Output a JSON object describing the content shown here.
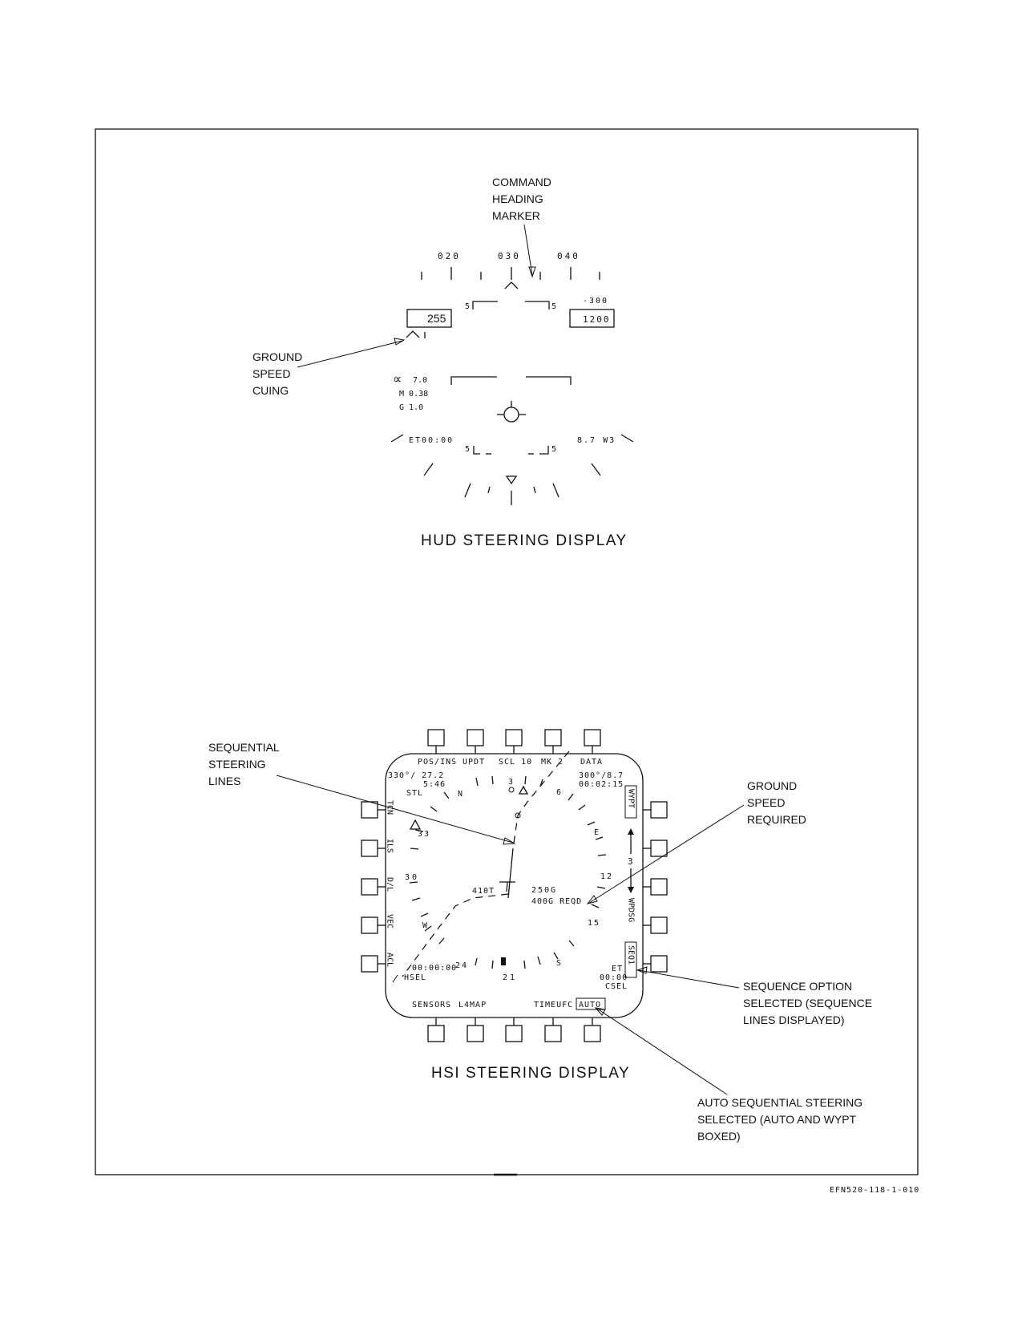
{
  "hud": {
    "caption": "HUD STEERING DISPLAY",
    "callouts": {
      "command_heading_marker": [
        "COMMAND",
        "HEADING",
        "MARKER"
      ],
      "ground_speed_cuing": [
        "GROUND",
        "SPEED",
        "CUING"
      ]
    },
    "heading_scale": [
      "020",
      "030",
      "040"
    ],
    "airspeed": "255",
    "altitude": "1200",
    "vertical_velocity": "-300",
    "pitch_ladder_label": "5",
    "alpha": "7.0",
    "mach": "M  0.38",
    "g": "G  1.0",
    "elapsed_time": "ET00:00",
    "waypoint_info": "8.7  W3"
  },
  "hsi": {
    "caption": "HSI STEERING DISPLAY",
    "callouts": {
      "sequential_steering_lines": [
        "SEQUENTIAL",
        "STEERING",
        "LINES"
      ],
      "ground_speed_required": [
        "GROUND",
        "SPEED",
        "REQUIRED"
      ],
      "sequence_option_selected": [
        "SEQUENCE OPTION",
        "SELECTED (SEQUENCE",
        "LINES DISPLAYED)"
      ],
      "auto_sequential_steering": [
        "AUTO SEQUENTIAL STEERING",
        "SELECTED (AUTO AND WYPT",
        "BOXED)"
      ]
    },
    "top_labels": [
      "POS/INS",
      "UPDT",
      "SCL 10",
      "MK 2",
      "DATA"
    ],
    "bottom_labels": [
      "SENSORS",
      "L4MAP",
      "TIMEUFC",
      "AUTO"
    ],
    "left_labels": [
      "TCN",
      "ILS",
      "D/L",
      "VEC",
      "ACL"
    ],
    "right_labels": [
      "WYPT",
      "3",
      "WPDSG",
      "SEQ1"
    ],
    "tcn_bearing_range": "330°/ 27.2",
    "tcn_time": "5:46",
    "tcn_id": "STL",
    "wypt_bearing_range": "300°/8.7",
    "wypt_time": "00:02:15",
    "compass": [
      "N",
      "3",
      "6",
      "E",
      "12",
      "15",
      "S",
      "21",
      "24",
      "W",
      "30",
      "33"
    ],
    "course": "410T",
    "ground_speed": "250G",
    "ground_speed_required": "400G REQD",
    "elapsed_time_left": "00:00:00",
    "hsel": "HSEL",
    "et_label": "ET",
    "et_value": "00:00",
    "csel": "CSEL"
  },
  "figure_id": "EFN520-118-1-010"
}
